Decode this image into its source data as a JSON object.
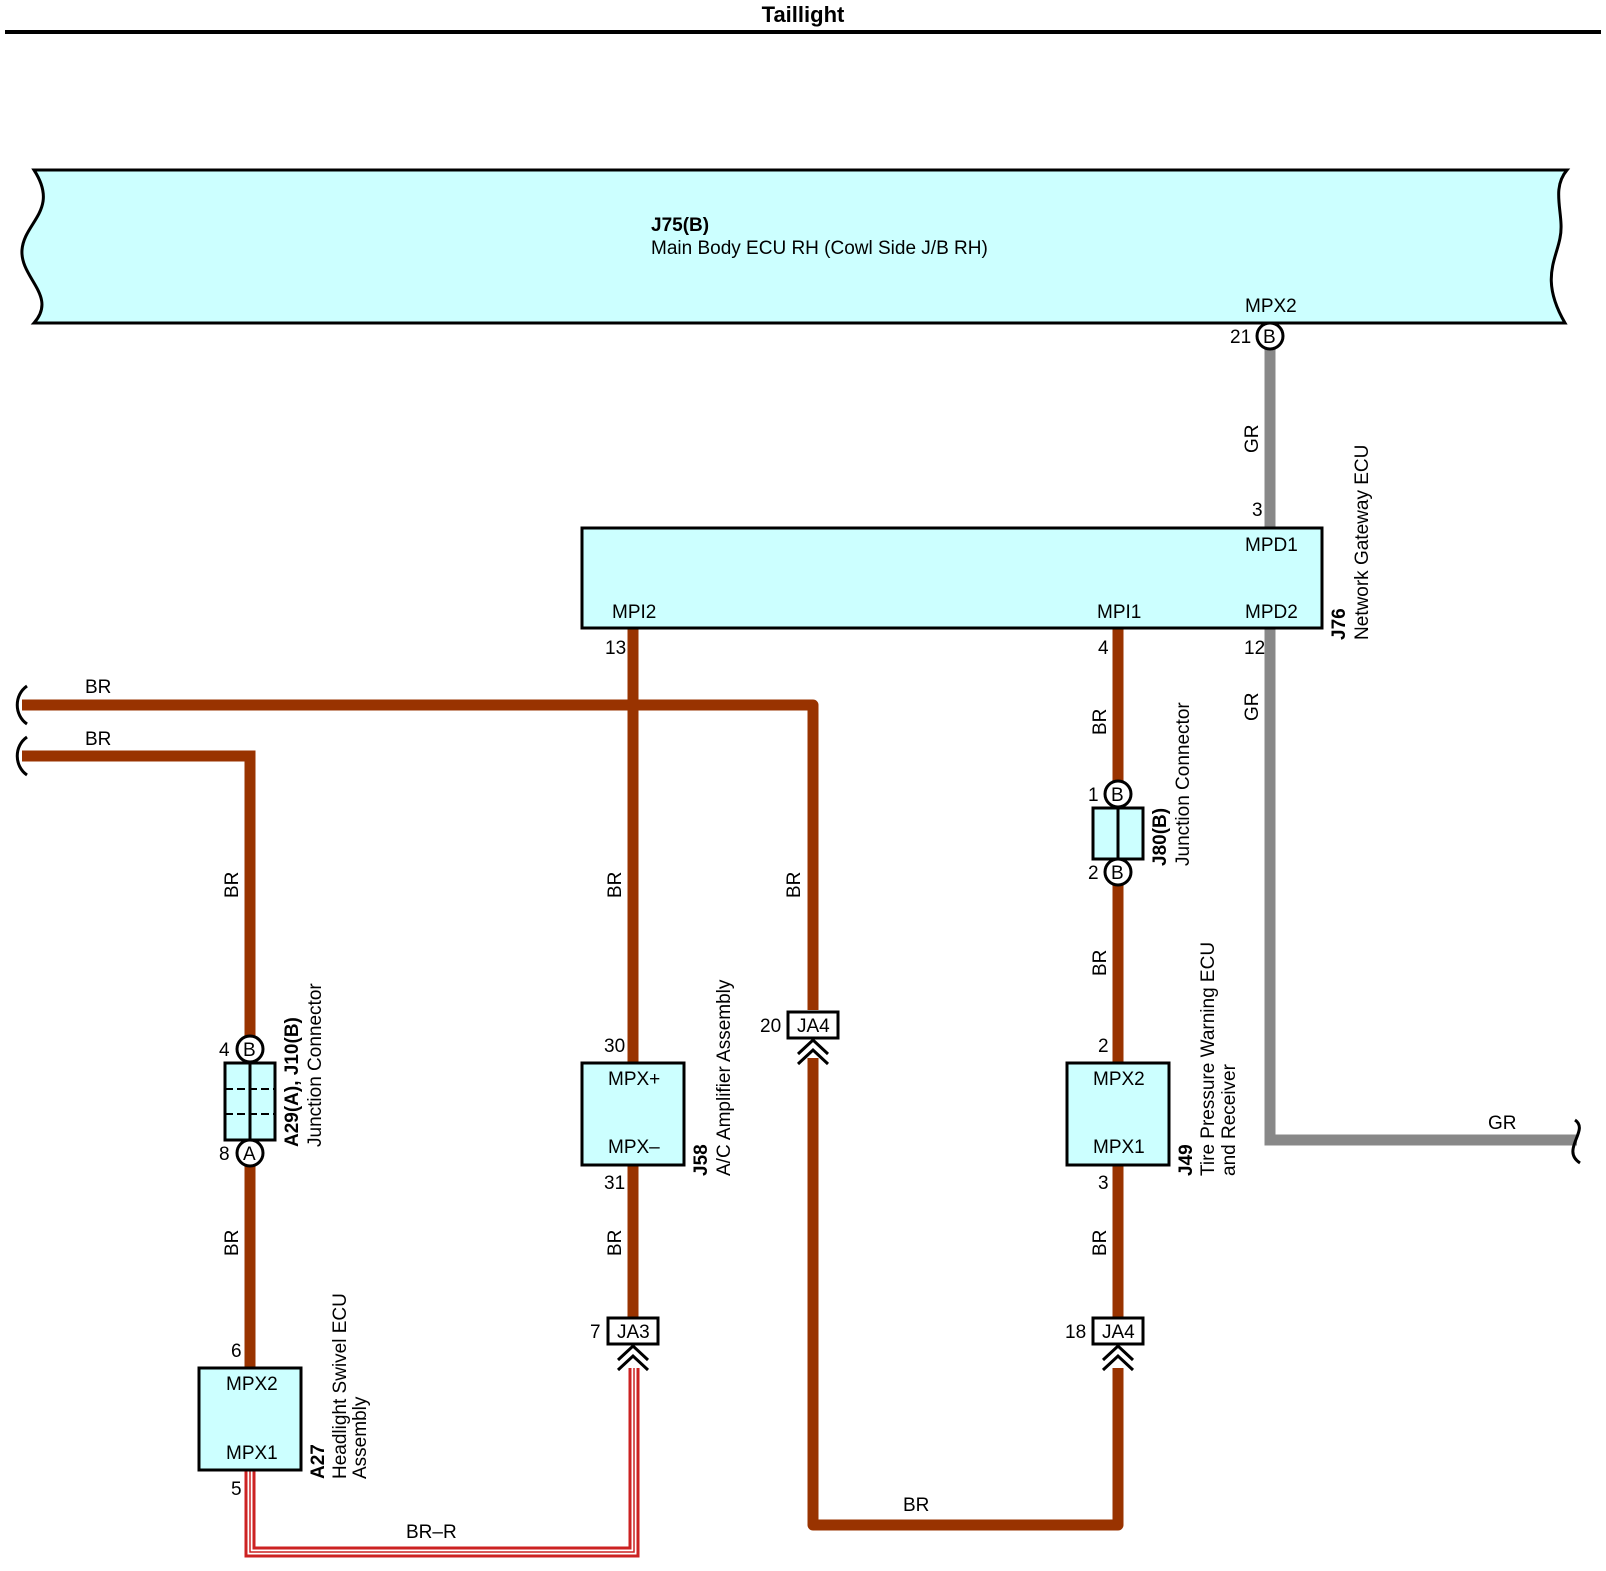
{
  "title": "Taillight",
  "colors": {
    "br_wire": "#993300",
    "gr_wire": "#888888",
    "component_fill": "#ccffff"
  },
  "components": {
    "main_body_ecu": {
      "code": "J75(B)",
      "name": "Main Body ECU RH (Cowl Side J/B RH)",
      "pin_name": "MPX2",
      "pin_num": "21",
      "connector": "B"
    },
    "network_gateway": {
      "code": "J76",
      "name": "Network Gateway ECU",
      "pin_mpd1": "MPD1",
      "pin_mpd1_num": "3",
      "pin_mpd2": "MPD2",
      "pin_mpd2_num": "12",
      "pin_mpi1": "MPI1",
      "pin_mpi1_num": "4",
      "pin_mpi2": "MPI2",
      "pin_mpi2_num": "13"
    },
    "junction_a29": {
      "code": "A29(A), J10(B)",
      "name": "Junction Connector",
      "pin_top": "4",
      "conn_top": "B",
      "pin_bottom": "8",
      "conn_bottom": "A"
    },
    "junction_j80": {
      "code": "J80(B)",
      "name": "Junction Connector",
      "pin_top": "1",
      "conn_top": "B",
      "pin_bottom": "2",
      "conn_bottom": "B"
    },
    "headlight_swivel": {
      "code": "A27",
      "name_line1": "Headlight Swivel ECU",
      "name_line2": "Assembly",
      "pin_mpx2": "MPX2",
      "pin_mpx2_num": "6",
      "pin_mpx1": "MPX1",
      "pin_mpx1_num": "5"
    },
    "ac_amplifier": {
      "code": "J58",
      "name": "A/C Amplifier Assembly",
      "pin_plus": "MPX+",
      "pin_plus_num": "30",
      "pin_minus": "MPX–",
      "pin_minus_num": "31"
    },
    "tire_pressure": {
      "code": "J49",
      "name_line1": "Tire Pressure Warning ECU",
      "name_line2": "and Receiver",
      "pin_mpx2": "MPX2",
      "pin_mpx2_num": "2",
      "pin_mpx1": "MPX1",
      "pin_mpx1_num": "3"
    }
  },
  "connectors": {
    "ja3": {
      "label": "JA3",
      "pin": "7"
    },
    "ja4_left": {
      "label": "JA4",
      "pin": "20"
    },
    "ja4_right": {
      "label": "JA4",
      "pin": "18"
    }
  },
  "wire_labels": {
    "br": "BR",
    "gr": "GR",
    "br_r": "BR–R"
  }
}
